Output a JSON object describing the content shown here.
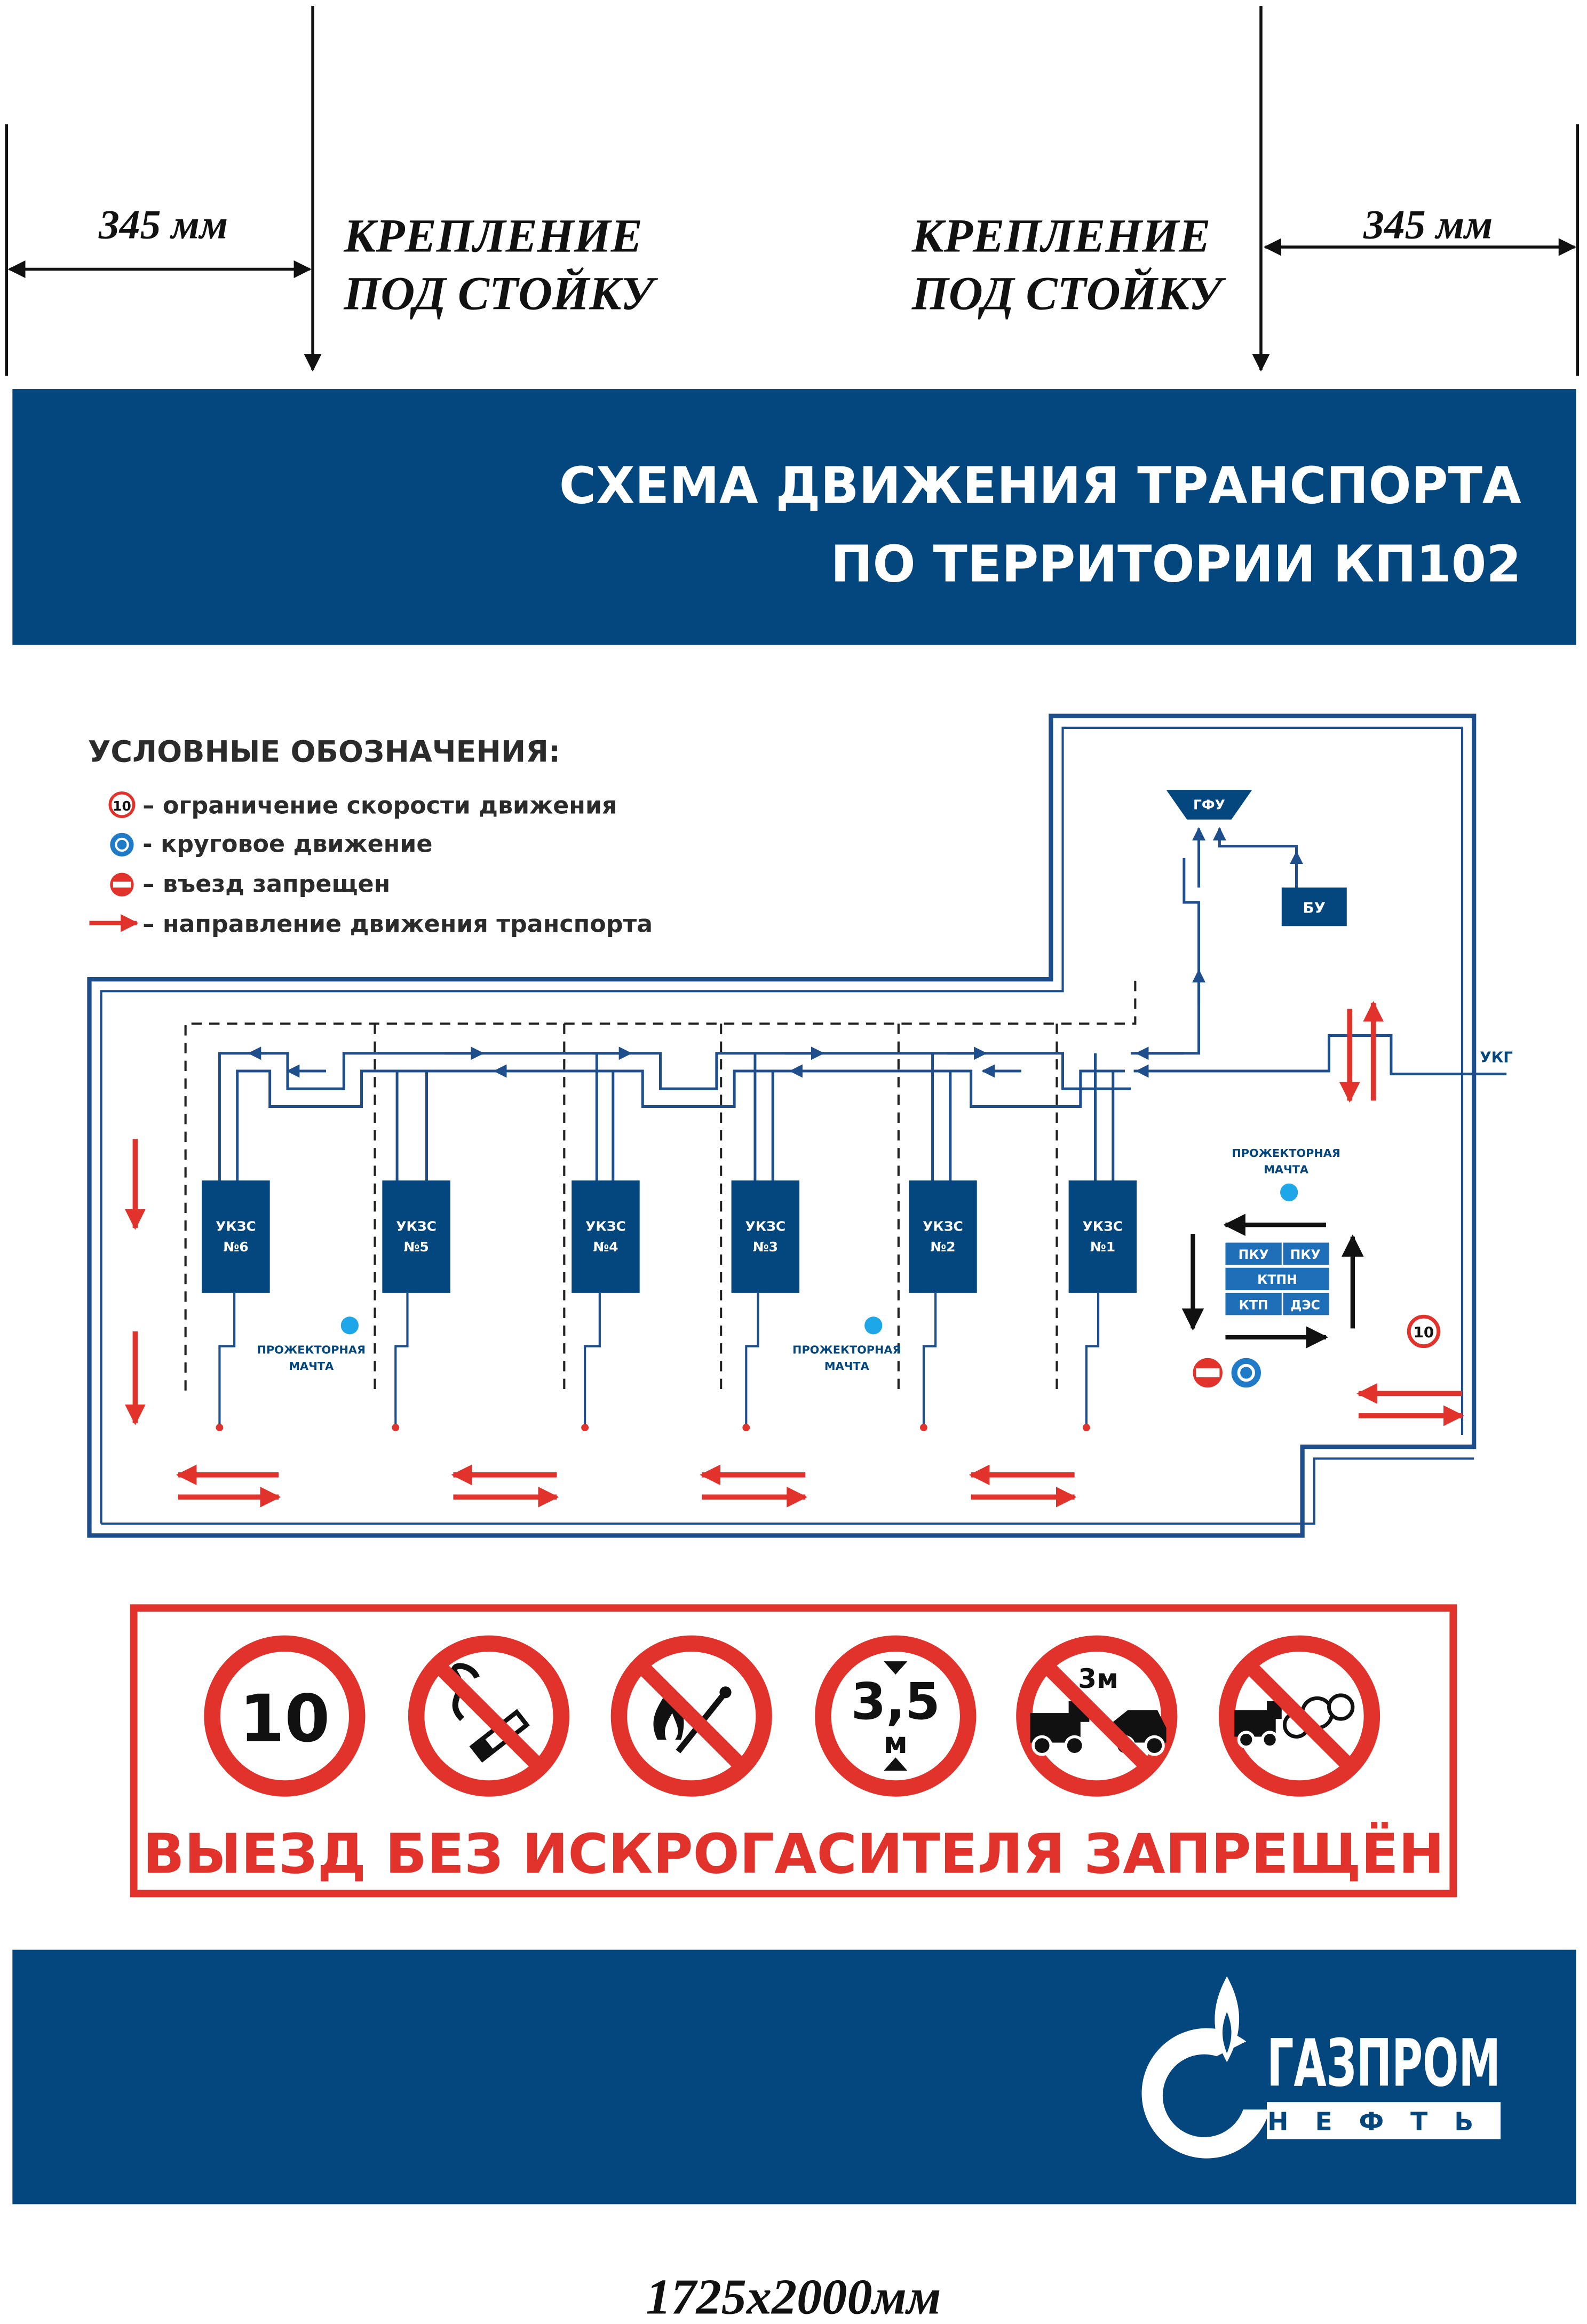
{
  "mounting": {
    "left_offset": "345 мм",
    "right_offset": "345 мм",
    "bracket_line1": "КРЕПЛЕНИЕ",
    "bracket_line2": "ПОД СТОЙКУ"
  },
  "header": {
    "title_line1": "СХЕМА ДВИЖЕНИЯ ТРАНСПОРТА",
    "title_line2": "ПО ТЕРРИТОРИИ КП102"
  },
  "legend": {
    "title": "УСЛОВНЫЕ ОБОЗНАЧЕНИЯ:",
    "speed_value": "10",
    "speed_text": "– ограничение скорости движения",
    "roundabout_text": "- круговое движение",
    "no_entry_text": "– въезд запрещен",
    "direction_text": "– направление движения транспорта"
  },
  "scheme": {
    "gfu": "ГФУ",
    "bu": "БУ",
    "ukg": "УКГ",
    "units": [
      {
        "line1": "УКЗС",
        "line2": "№6"
      },
      {
        "line1": "УКЗС",
        "line2": "№5"
      },
      {
        "line1": "УКЗС",
        "line2": "№4"
      },
      {
        "line1": "УКЗС",
        "line2": "№3"
      },
      {
        "line1": "УКЗС",
        "line2": "№2"
      },
      {
        "line1": "УКЗС",
        "line2": "№1"
      }
    ],
    "mast_line1": "ПРОЖЕКТОРНАЯ",
    "mast_line2": "МАЧТА",
    "pku_left": "ПКУ",
    "pku_right": "ПКУ",
    "ktpn": "КТПН",
    "ktp": "КТП",
    "des": "ДЭС",
    "speed_sign": "10"
  },
  "signs": {
    "speed_limit": "10",
    "height_value": "3,5",
    "height_unit": "м",
    "distance_value": "3м",
    "warning_text": "ВЫЕЗД БЕЗ ИСКРОГАСИТЕЛЯ ЗАПРЕЩЁН"
  },
  "footer": {
    "brand": "ГАЗПРОМ",
    "sub_brand": "НЕФТЬ"
  },
  "dimensions": {
    "size_caption": "1725x2000мм"
  },
  "colors": {
    "navy": "#04467E",
    "line_blue": "#1F4E8C",
    "red": "#E1332B",
    "sky": "#1EA7E8",
    "white": "#FFFFFF"
  }
}
